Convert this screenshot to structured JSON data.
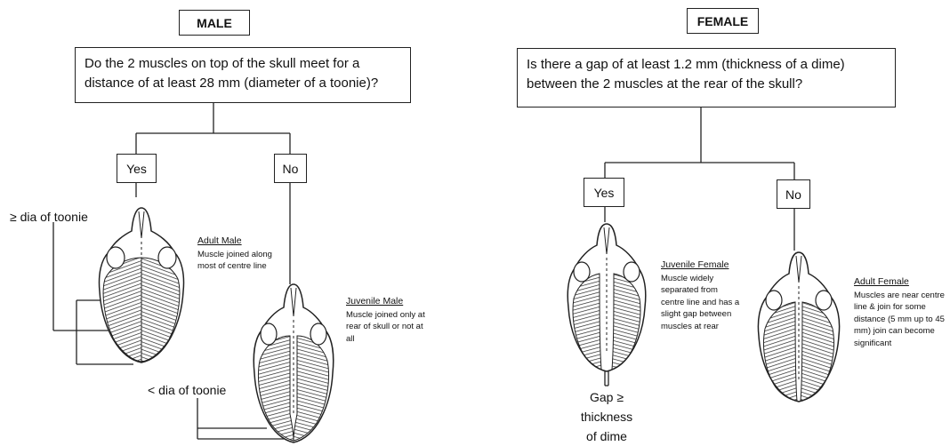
{
  "male": {
    "header": "MALE",
    "question": "Do the 2 muscles on top of the skull meet for a distance of at least 28 mm (diameter of a toonie)?",
    "yes": "Yes",
    "no": "No",
    "label_ge": "≥ dia of toonie",
    "label_lt": "< dia of toonie",
    "adult": {
      "title": "Adult Male",
      "text": "Muscle joined along most of centre line"
    },
    "juvenile": {
      "title": "Juvenile Male",
      "text": "Muscle joined only at rear of skull or not at all"
    }
  },
  "female": {
    "header": "FEMALE",
    "question": "Is there a gap of at least 1.2 mm (thickness of a dime) between the 2 muscles at the rear of the skull?",
    "yes": "Yes",
    "no": "No",
    "gap_label": [
      "Gap ≥",
      "thickness",
      "of dime"
    ],
    "juvenile": {
      "title": "Juvenile Female",
      "text": "Muscle widely separated from centre line and has a slight gap between muscles at rear"
    },
    "adult": {
      "title": "Adult Female",
      "text": "Muscles are near centre line & join for some distance (5 mm up to 45 mm) join can become significant"
    }
  }
}
